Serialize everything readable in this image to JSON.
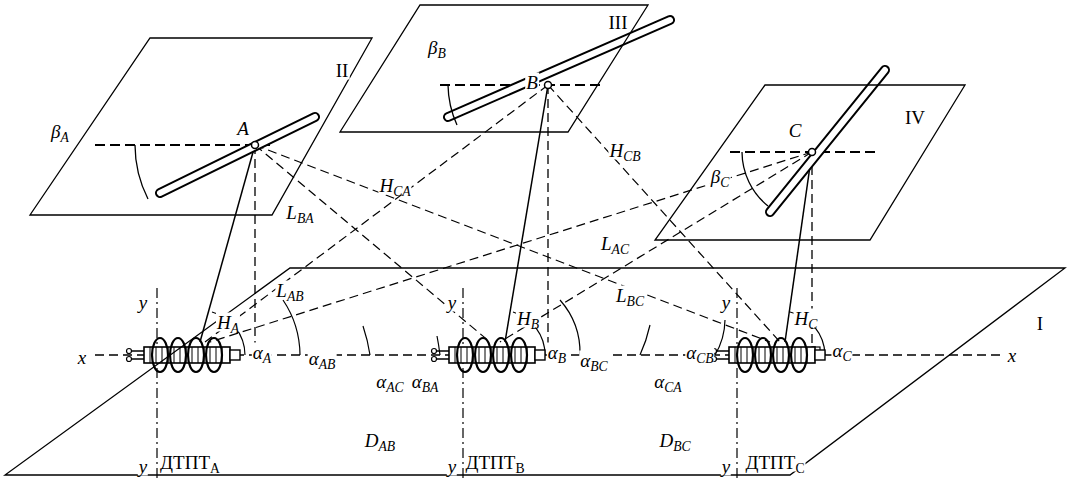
{
  "diagram": {
    "nodes": [
      {
        "text": [
          "II"
        ]
      },
      {
        "text": [
          "III"
        ]
      },
      {
        "text": [
          "IV"
        ]
      },
      {
        "text": [
          "I"
        ]
      }
    ],
    "labels": [
      "βA",
      "A",
      "βB",
      "B",
      "HCB",
      "βC",
      "C",
      "LBA",
      "HCA",
      "LAC",
      "LAB",
      "LBC",
      "y",
      "HA",
      "y",
      "HB",
      "y",
      "HC",
      "x",
      "αA",
      "αAB",
      "αAC",
      "αBA",
      "αB",
      "αBC",
      "αCA",
      "αCB",
      "αC",
      "x",
      "DAB",
      "DBC",
      "y",
      "ДТПТA",
      "y",
      "ДТПТB",
      "y",
      "ДТПТC"
    ]
  }
}
